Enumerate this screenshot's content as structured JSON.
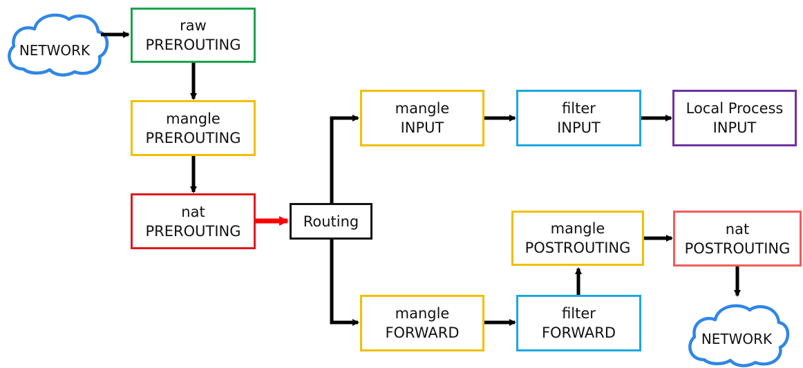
{
  "colors": {
    "raw": "#1aa34a",
    "mangle": "#f2be00",
    "nat_pre": "#e0191c",
    "routing": "#111111",
    "filter": "#1aa7e1",
    "local": "#7030a0",
    "nat_post": "#f15a5a",
    "cloud": "#2f86e6",
    "arrow": "#000000",
    "arrow_highlight": "#ff0000"
  },
  "clouds": {
    "source": {
      "label": "NETWORK",
      "icon": "cloud-icon"
    },
    "destination": {
      "label": "NETWORK",
      "icon": "cloud-icon"
    }
  },
  "nodes": {
    "raw_prerouting": {
      "line1": "raw",
      "line2": "PREROUTING"
    },
    "mangle_prerouting": {
      "line1": "mangle",
      "line2": "PREROUTING"
    },
    "nat_prerouting": {
      "line1": "nat",
      "line2": "PREROUTING"
    },
    "routing": {
      "line1": "Routing"
    },
    "mangle_input": {
      "line1": "mangle",
      "line2": "INPUT"
    },
    "filter_input": {
      "line1": "filter",
      "line2": "INPUT"
    },
    "local_process_input": {
      "line1": "Local Process",
      "line2": "INPUT"
    },
    "mangle_forward": {
      "line1": "mangle",
      "line2": "FORWARD"
    },
    "filter_forward": {
      "line1": "filter",
      "line2": "FORWARD"
    },
    "mangle_postrouting": {
      "line1": "mangle",
      "line2": "POSTROUTING"
    },
    "nat_postrouting": {
      "line1": "nat",
      "line2": "POSTROUTING"
    }
  }
}
